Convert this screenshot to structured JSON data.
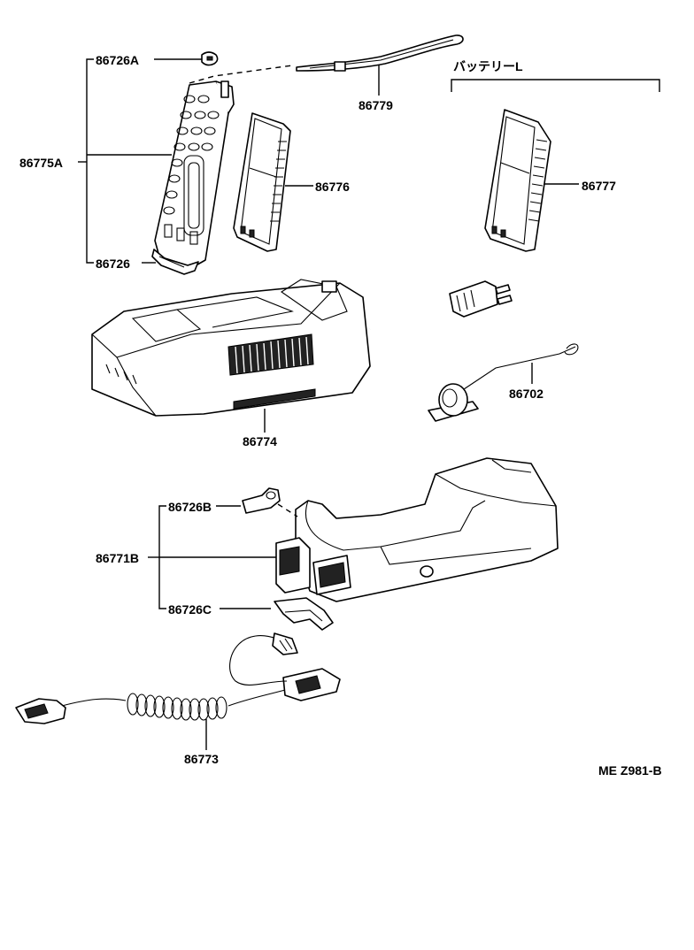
{
  "labels": {
    "p86726A": "86726A",
    "p86775A": "86775A",
    "p86726": "86726",
    "p86779": "86779",
    "battery_l": "バッテリーL",
    "p86776": "86776",
    "p86777": "86777",
    "p86702": "86702",
    "p86774": "86774",
    "p86726B": "86726B",
    "p86771B": "86771B",
    "p86726C": "86726C",
    "p86773": "86773",
    "ref_code": "ME Z981-B"
  }
}
